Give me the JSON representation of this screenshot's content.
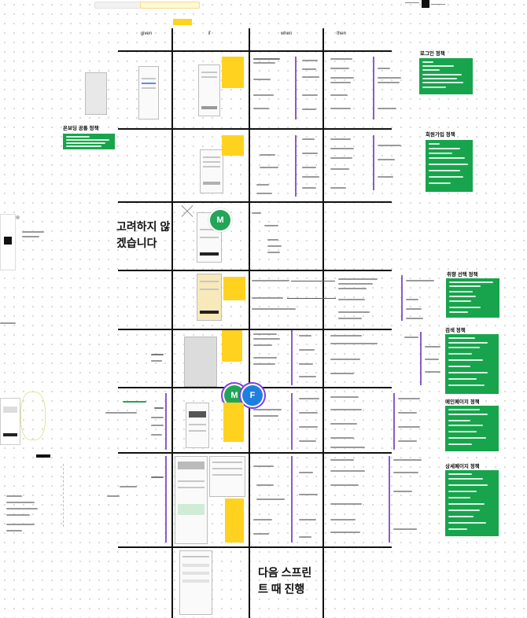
{
  "columns": {
    "given": "given",
    "if": "if",
    "when": "when",
    "then": "then"
  },
  "annotations": {
    "skip_text": "고려하지 않겠습니다",
    "next_sprint": "다음 스프린트 때 진행",
    "onboarding_policy": "온보딩 공통 정책"
  },
  "policies": {
    "login": "로그인 정책",
    "signup": "회원가입 정책",
    "preference": "취향 선택 정책",
    "search": "검색 정책",
    "main_page": "메인페이지 정책",
    "detail_page": "상세페이지 정책"
  },
  "avatars": {
    "m1": "M",
    "m2": "M",
    "f": "F"
  },
  "colors": {
    "policy_green": "#18a44c",
    "note_yellow": "#ffd21f",
    "avatar_green": "#23a559",
    "avatar_purple": "#7b3fe4",
    "avatar_blue": "#1e7fe0"
  }
}
